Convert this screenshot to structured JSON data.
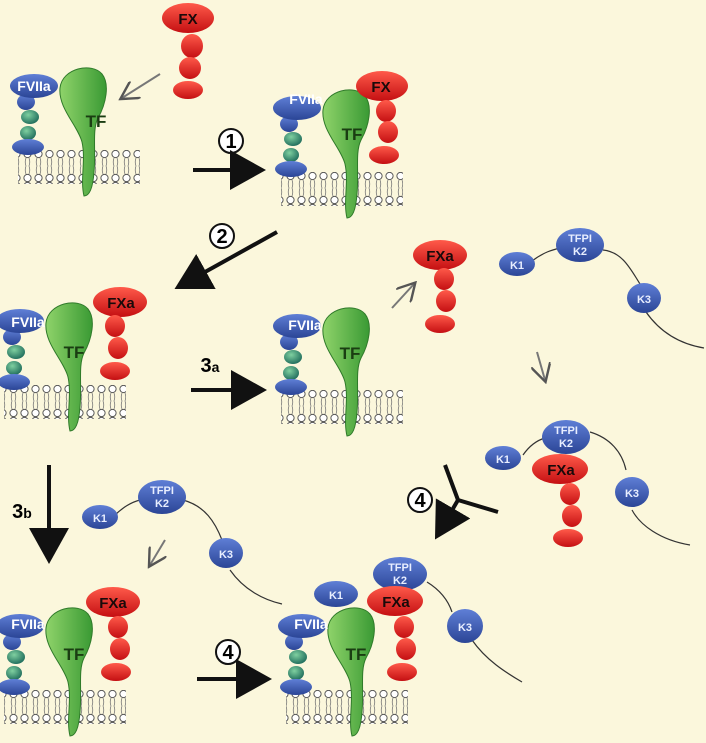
{
  "labels": {
    "fx": "FX",
    "fxa": "FXa",
    "fviia": "FVIIa",
    "tf": "TF",
    "tfpi": "TFPI",
    "k1": "K1",
    "k2": "K2",
    "k3": "K3"
  },
  "steps": {
    "s1": "1",
    "s2": "2",
    "s3a_num": "3",
    "s3a_sub": "a",
    "s3b_num": "3",
    "s3b_sub": "b",
    "s4": "4"
  },
  "colors": {
    "background": "#fbf7dc",
    "factor_x": "#e5191c",
    "fviia": "#3a56b0",
    "tf": "#54b447",
    "tfpi": "#4a6cc4",
    "arrow": "#111111"
  }
}
